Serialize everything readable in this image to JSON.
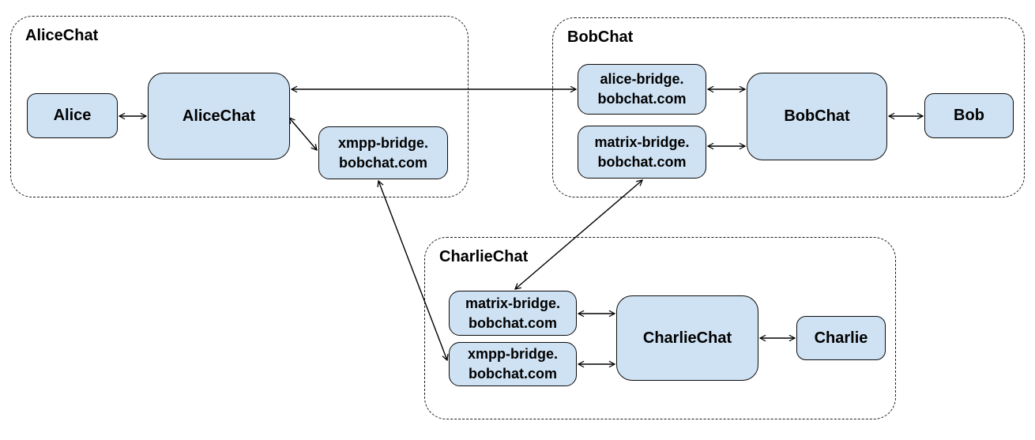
{
  "diagram": {
    "colors": {
      "background": "#ffffff",
      "node_fill": "#cfe2f3",
      "node_border": "#000000",
      "group_border": "#000000",
      "edge": "#000000"
    },
    "groups": [
      {
        "name": "AliceChat"
      },
      {
        "name": "BobChat"
      },
      {
        "name": "CharlieChat"
      }
    ],
    "nodes": {
      "alice": {
        "label": "Alice"
      },
      "alicechat_server": {
        "label": "AliceChat"
      },
      "xmpp_bridge_alice": {
        "line1": "xmpp-bridge.",
        "line2": "bobchat.com"
      },
      "alice_bridge_bob": {
        "line1": "alice-bridge.",
        "line2": "bobchat.com"
      },
      "matrix_bridge_bob": {
        "line1": "matrix-bridge.",
        "line2": "bobchat.com"
      },
      "bobchat_server": {
        "label": "BobChat"
      },
      "bob": {
        "label": "Bob"
      },
      "matrix_bridge_charlie": {
        "line1": "matrix-bridge.",
        "line2": "bobchat.com"
      },
      "xmpp_bridge_charlie": {
        "line1": "xmpp-bridge.",
        "line2": "bobchat.com"
      },
      "charliechat_server": {
        "label": "CharlieChat"
      },
      "charlie": {
        "label": "Charlie"
      }
    },
    "edges": [
      {
        "from": "Alice",
        "to": "AliceChat (server)",
        "bidirectional": true
      },
      {
        "from": "AliceChat (server)",
        "to": "alice-bridge.bobchat.com (BobChat)",
        "bidirectional": true
      },
      {
        "from": "AliceChat (server)",
        "to": "xmpp-bridge.bobchat.com (AliceChat)",
        "bidirectional": true
      },
      {
        "from": "alice-bridge.bobchat.com (BobChat)",
        "to": "BobChat (server)",
        "bidirectional": true
      },
      {
        "from": "matrix-bridge.bobchat.com (BobChat)",
        "to": "BobChat (server)",
        "bidirectional": true
      },
      {
        "from": "BobChat (server)",
        "to": "Bob",
        "bidirectional": true
      },
      {
        "from": "matrix-bridge.bobchat.com (BobChat)",
        "to": "matrix-bridge.bobchat.com (CharlieChat)",
        "bidirectional": true
      },
      {
        "from": "xmpp-bridge.bobchat.com (AliceChat)",
        "to": "xmpp-bridge.bobchat.com (CharlieChat)",
        "bidirectional": true
      },
      {
        "from": "matrix-bridge.bobchat.com (CharlieChat)",
        "to": "CharlieChat (server)",
        "bidirectional": true
      },
      {
        "from": "xmpp-bridge.bobchat.com (CharlieChat)",
        "to": "CharlieChat (server)",
        "bidirectional": true
      },
      {
        "from": "CharlieChat (server)",
        "to": "Charlie",
        "bidirectional": true
      }
    ]
  }
}
